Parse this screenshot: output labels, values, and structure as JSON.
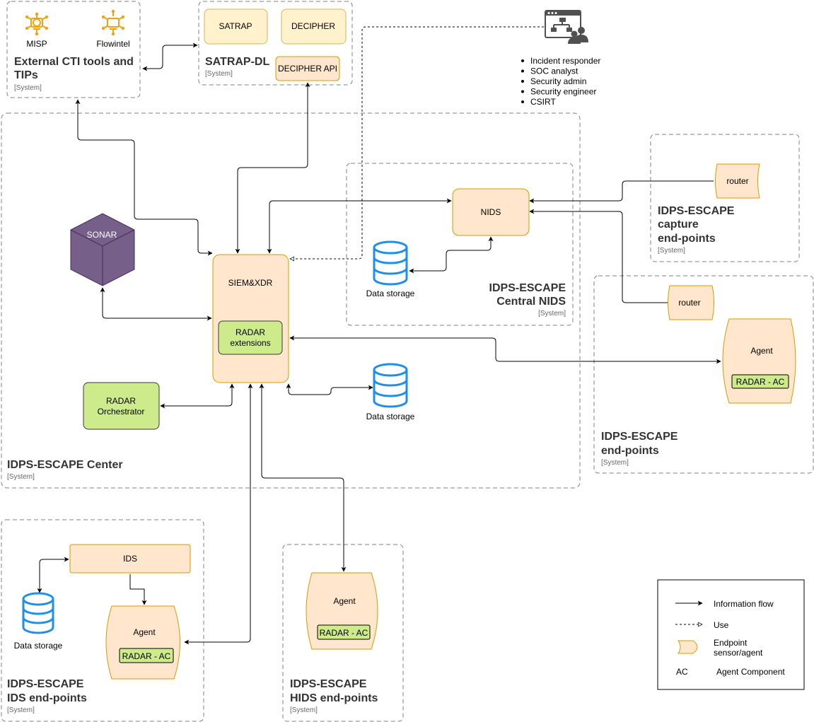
{
  "groups": {
    "cti": {
      "title_line1": "External CTI tools and",
      "title_line2": "TIPs",
      "system": "[System]"
    },
    "satrap": {
      "title": "SATRAP-DL",
      "system": "[System]"
    },
    "center": {
      "title": "IDPS-ESCAPE Center",
      "system": "[System]"
    },
    "nids": {
      "title_line1": "IDPS-ESCAPE",
      "title_line2": "Central NIDS",
      "system": "[System]"
    },
    "capture": {
      "title_line1": "IDPS-ESCAPE",
      "title_line2": "capture",
      "title_line3": "end-points",
      "system": "[System]"
    },
    "endpoints": {
      "title_line1": "IDPS-ESCAPE",
      "title_line2": "end-points",
      "system": "[System]"
    },
    "ids": {
      "title_line1": "IDPS-ESCAPE",
      "title_line2": "IDS end-points",
      "system": "[System]"
    },
    "hids": {
      "title_line1": "IDPS-ESCAPE",
      "title_line2": "HIDS end-points",
      "system": "[System]"
    }
  },
  "nodes": {
    "misp": "MISP",
    "flowintel": "Flowintel",
    "satrap": "SATRAP",
    "decipher": "DECIPHER",
    "decipher_api": "DECIPHER API",
    "siem": "SIEM&XDR",
    "radar_ext_line1": "RADAR",
    "radar_ext_line2": "extensions",
    "sonar": "SONAR",
    "orchestrator_line1": "RADAR",
    "orchestrator_line2": "Orchestrator",
    "nids": "NIDS",
    "router_capture": "router",
    "router_endpoints": "router",
    "agent_endpoints": "Agent",
    "radar_ac_endpoints": "RADAR - AC",
    "ids": "IDS",
    "agent_ids": "Agent",
    "radar_ac_ids": "RADAR - AC",
    "agent_hids": "Agent",
    "radar_ac_hids": "RADAR - AC",
    "ds_nids": "Data storage",
    "ds_center": "Data storage",
    "ds_ids": "Data storage"
  },
  "users": [
    "Incident responder",
    "SOC analyst",
    "Security admin",
    "Security engineer",
    "CSIRT"
  ],
  "legend": {
    "info_flow": "Information flow",
    "use": "Use",
    "endpoint_line1": "Endpoint",
    "endpoint_line2": "sensor/agent",
    "ac_key": "AC",
    "ac_value": "Agent Component"
  },
  "colors": {
    "orange_fill": "#ffe6cc",
    "orange_stroke": "#d79b00",
    "yellow_fill": "#fff2cc",
    "yellow_stroke": "#d6b656",
    "green_fill": "#cdeb8b",
    "green_stroke": "#36393d",
    "sonar_purple": "#76608a",
    "storage_blue": "#1f8fe8",
    "icon_orange": "#f0a30a",
    "group_border": "#808080"
  }
}
